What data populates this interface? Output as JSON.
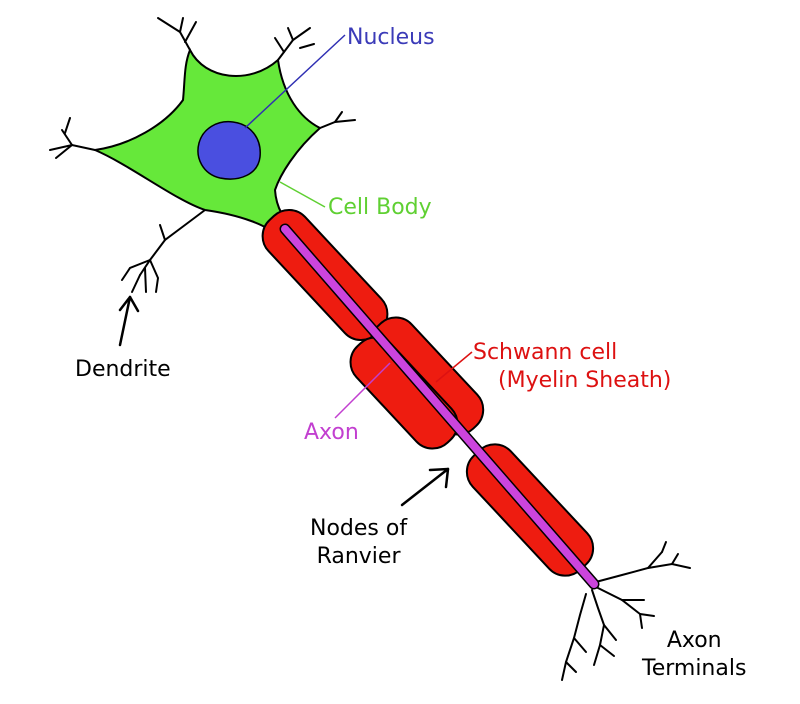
{
  "labels": {
    "nucleus": "Nucleus",
    "cell_body": "Cell Body",
    "dendrite": "Dendrite",
    "schwann_line1": "Schwann cell",
    "schwann_line2": "(Myelin Sheath)",
    "axon": "Axon",
    "nodes_line1": "Nodes of",
    "nodes_line2": "Ranvier",
    "terminals_line1": "Axon",
    "terminals_line2": "Terminals"
  },
  "colors": {
    "cell_body": "#66e83a",
    "nucleus": "#4a4fe0",
    "myelin": "#ee1c10",
    "axon": "#cc44dd",
    "label_nucleus": "#3b3bb8",
    "label_cell_body": "#5fd032",
    "label_schwann": "#dd1111",
    "label_axon": "#c23fd0",
    "label_black": "#000000"
  }
}
